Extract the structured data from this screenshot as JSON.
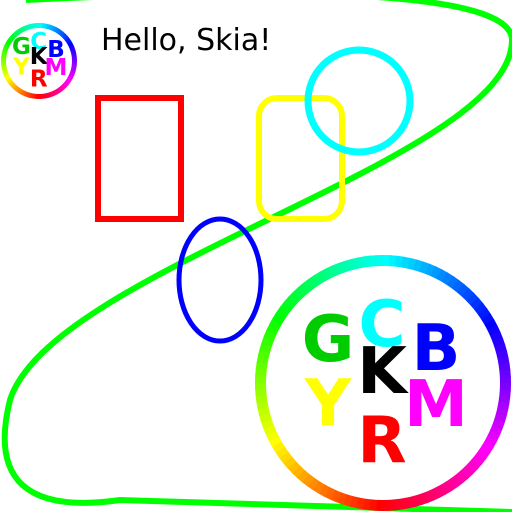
{
  "canvas": {
    "background": "#ffffff",
    "greeting": "Hello, Skia!"
  },
  "colors": {
    "stroke_curve": "#00ff00",
    "rectangle": "#ff0000",
    "rounded_rectangle": "#ffff00",
    "circle": "#00ffff",
    "ellipse": "#0000ff"
  },
  "logo": {
    "ring_colors": [
      "#ff0000",
      "#ffff00",
      "#00ff00",
      "#00ffff",
      "#0000ff",
      "#ff00ff",
      "#ff0000"
    ],
    "letters": [
      {
        "char": "C",
        "color": "#00ffff"
      },
      {
        "char": "G",
        "color": "#00cc00"
      },
      {
        "char": "B",
        "color": "#0000ff"
      },
      {
        "char": "K",
        "color": "#000000"
      },
      {
        "char": "Y",
        "color": "#ffff00"
      },
      {
        "char": "M",
        "color": "#ff00ff"
      },
      {
        "char": "R",
        "color": "#ff0000"
      }
    ]
  }
}
